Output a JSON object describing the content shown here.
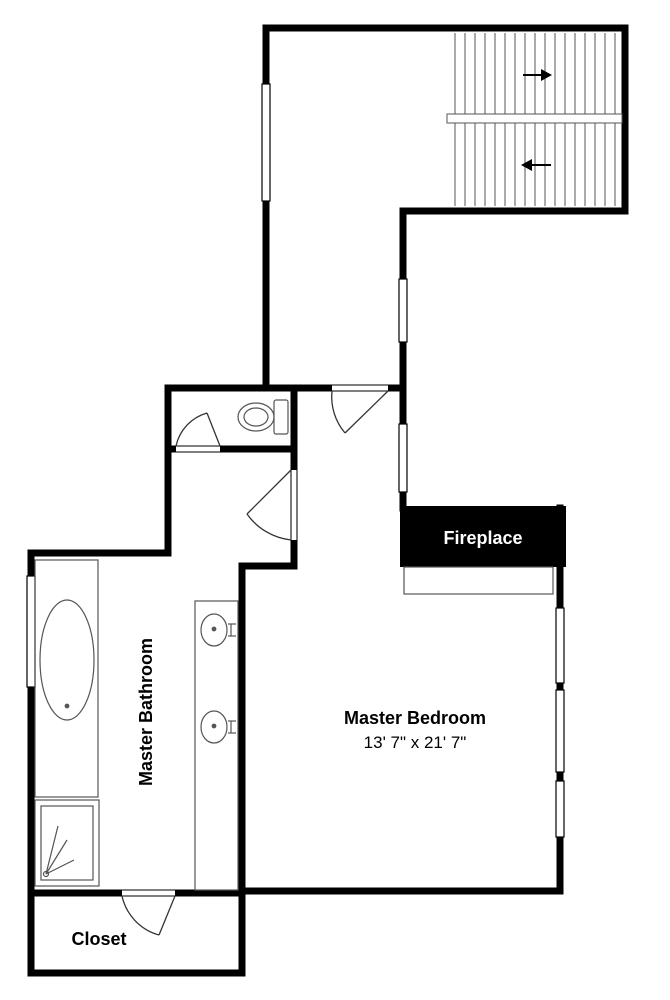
{
  "floor_plan": {
    "rooms": {
      "master_bedroom": {
        "name": "Master Bedroom",
        "dimensions": "13' 7\" x 21' 7\""
      },
      "master_bathroom": {
        "name": "Master Bathroom"
      },
      "closet": {
        "name": "Closet"
      },
      "fireplace": {
        "name": "Fireplace"
      }
    },
    "colors": {
      "wall": "#000000",
      "fixture_line": "#555555",
      "window_fill": "#ffffff",
      "fireplace_fill": "#000000",
      "fireplace_text": "#ffffff"
    }
  }
}
